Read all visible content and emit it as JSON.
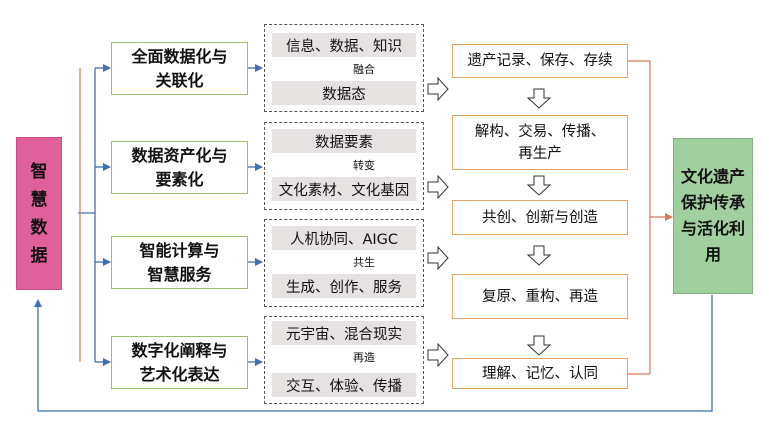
{
  "left_label": [
    "智",
    "慧",
    "数",
    "据"
  ],
  "pillars": [
    {
      "name": "全面数据化与\n关联化",
      "top": "信息、数据、知识",
      "verb": "融合",
      "bottom": "数据态"
    },
    {
      "name": "数据资产化与\n要素化",
      "top": "数据要素",
      "verb": "转变",
      "bottom": "文化素材、文化基因"
    },
    {
      "name": "智能计算与\n智慧服务",
      "top": "人机协同、AIGC",
      "verb": "共生",
      "bottom": "生成、创作、服务"
    },
    {
      "name": "数字化阐释与\n艺术化表达",
      "top": "元宇宙、混合现实",
      "verb": "再造",
      "bottom": "交互、体验、传播"
    }
  ],
  "outcomes": [
    "遗产记录、保存、存续",
    "解构、交易、传播、\n再生产",
    "共创、创新与创造",
    "复原、重构、再造",
    "理解、记忆、认同"
  ],
  "right_label": "文化遗产\n保护传承\n与活化利\n用",
  "colors": {
    "pink": "#e0619a",
    "green_border": "#9bbf6a",
    "orange_border": "#e9a46a",
    "right_fill": "#9fd09d",
    "blue_arrow": "#3f6fb0",
    "red_line": "#d7765e"
  }
}
